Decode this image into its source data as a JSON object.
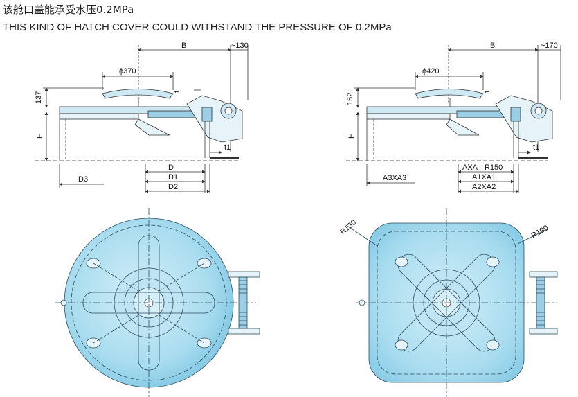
{
  "header": {
    "title_cn": "该舱口盖能承受水压0.2MPa",
    "title_en": "THIS KIND OF HATCH COVER COULD WITHSTAND THE PRESSURE OF 0.2MPa"
  },
  "left_drawing": {
    "B": "B",
    "offset": "~130",
    "diameter": "ϕ370",
    "height_top": "137",
    "H": "H",
    "t": "t",
    "t1": "t1",
    "D": "D",
    "D1": "D1",
    "D2": "D2",
    "D3": "D3"
  },
  "right_drawing": {
    "B": "B",
    "offset": "~170",
    "diameter": "ϕ420",
    "height_top": "152",
    "H": "H",
    "t": "t",
    "t1": "t1",
    "AXA": "AXA",
    "R150": "R150",
    "A1XA1": "A1XA1",
    "A2XA2": "A2XA2",
    "A3XA3": "A3XA3",
    "R130": "R130",
    "R190": "R190"
  },
  "colors": {
    "cover_fill": "#a8dcef",
    "cover_dark": "#7ec6e3",
    "line": "#333333",
    "background": "#ffffff"
  }
}
